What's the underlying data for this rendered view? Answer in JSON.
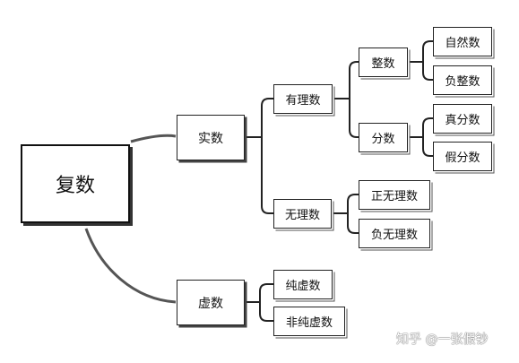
{
  "nodes": {
    "root": "复数",
    "real": "实数",
    "imaginary": "虚数",
    "rational": "有理数",
    "irrational": "无理数",
    "integer": "整数",
    "fraction": "分数",
    "natural": "自然数",
    "negative_integer": "负整数",
    "proper_fraction": "真分数",
    "improper_fraction": "假分数",
    "positive_irrational": "正无理数",
    "negative_irrational": "负无理数",
    "pure_imaginary": "纯虚数",
    "non_pure_imaginary": "非纯虚数"
  },
  "watermark": "知乎 @一张假钞"
}
